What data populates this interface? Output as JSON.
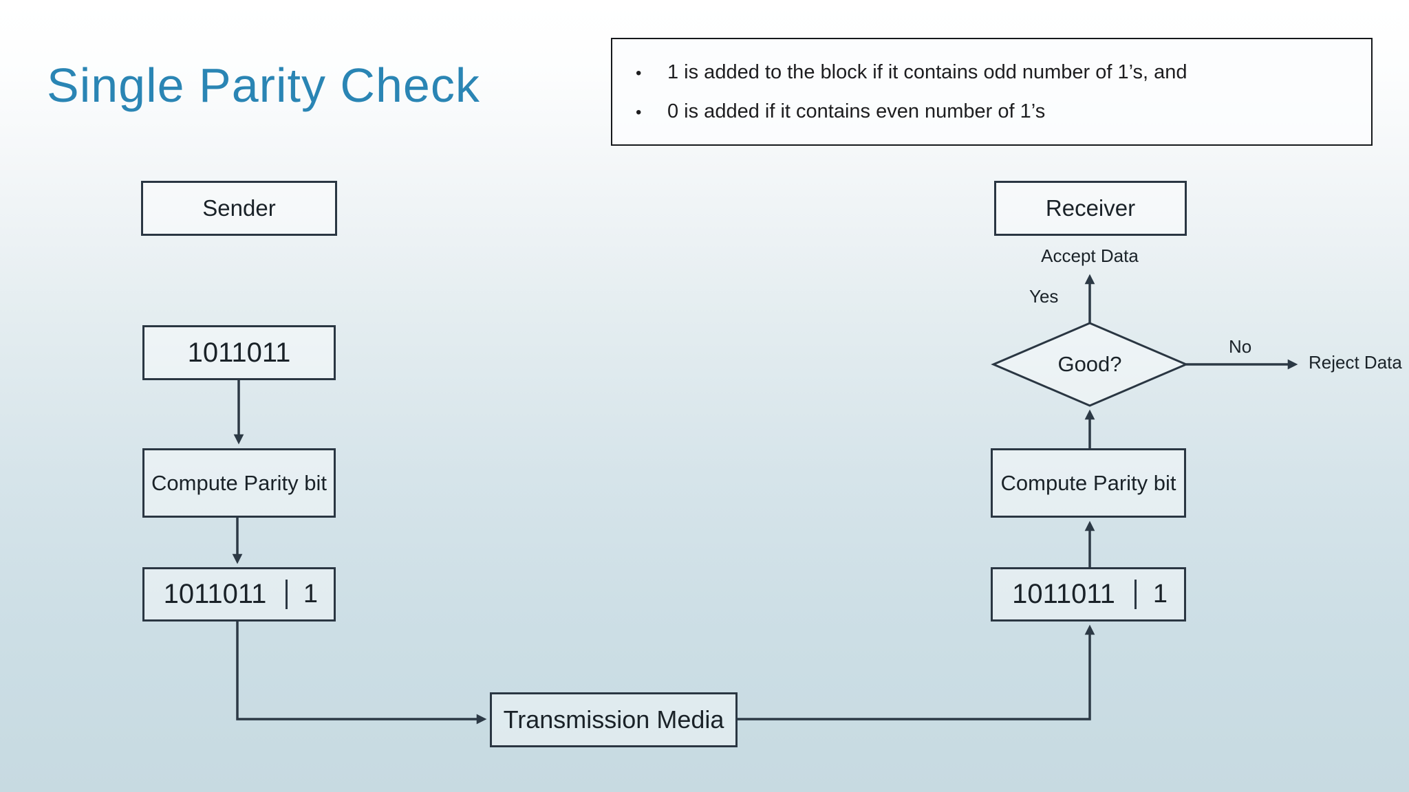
{
  "title": "Single Parity Check",
  "colors": {
    "title_accent": "#2a85b4",
    "line": "#2c3945",
    "box_border": "#2a3642",
    "background_bottom": "#c7dae1"
  },
  "rules": {
    "items": [
      {
        "bullet": "•",
        "text": "1 is added to the block if it contains odd number of 1’s, and"
      },
      {
        "bullet": "•",
        "text": "0 is added if it contains even number of 1’s"
      }
    ]
  },
  "sender": {
    "title": "Sender",
    "data_block": "1011011",
    "compute_label": "Compute Parity bit",
    "frame": {
      "data": "1011011",
      "parity": "1"
    }
  },
  "transmission": {
    "label": "Transmission Media"
  },
  "receiver": {
    "title": "Receiver",
    "accept_label": "Accept Data",
    "yes_label": "Yes",
    "no_label": "No",
    "reject_label": "Reject Data",
    "decision_label": "Good?",
    "compute_label": "Compute Parity bit",
    "frame": {
      "data": "1011011",
      "parity": "1"
    }
  }
}
